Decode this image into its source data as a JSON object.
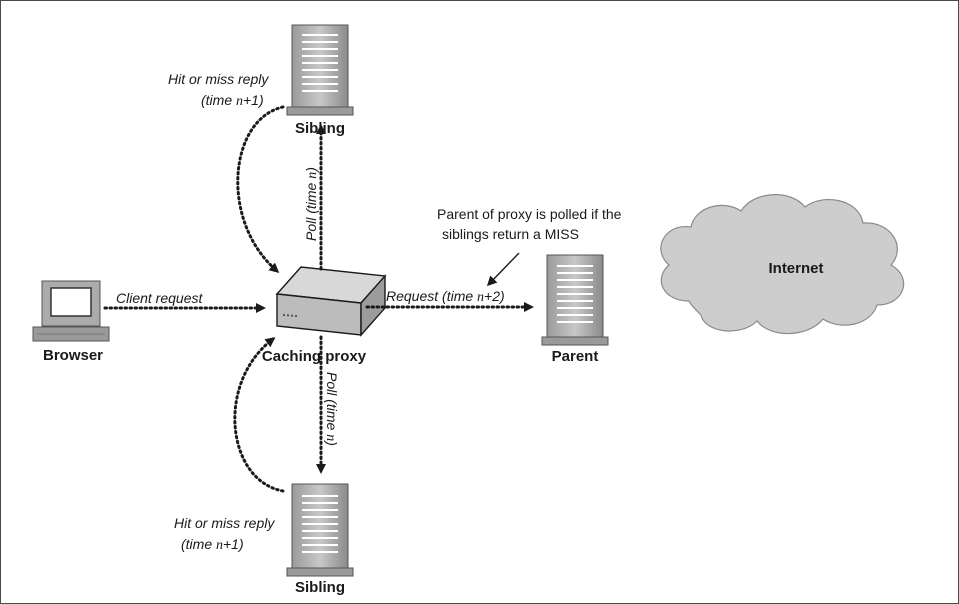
{
  "nodes": {
    "browser": "Browser",
    "caching_proxy": "Caching proxy",
    "parent": "Parent",
    "sibling_top": "Sibling",
    "sibling_bottom": "Sibling",
    "internet": "Internet"
  },
  "edges": {
    "client_request": "Client request",
    "request_parent_prefix": "Request (time ",
    "request_parent_var": "n",
    "request_parent_suffix": "+2)",
    "poll_top_prefix": "Poll (time ",
    "poll_top_var": "n",
    "poll_top_suffix": ")",
    "poll_bottom_prefix": "Poll (time ",
    "poll_bottom_var": "n",
    "poll_bottom_suffix": ")",
    "reply_top_line1": "Hit or miss reply",
    "reply_top_line2_prefix": "(time ",
    "reply_top_line2_var": "n",
    "reply_top_line2_suffix": "+1)",
    "reply_bottom_line1": "Hit or miss reply",
    "reply_bottom_line2_prefix": "(time ",
    "reply_bottom_line2_var": "n",
    "reply_bottom_line2_suffix": "+1)"
  },
  "annotations": {
    "parent_note_line1": "Parent of proxy is polled if the",
    "parent_note_line2": "siblings return a MISS"
  }
}
